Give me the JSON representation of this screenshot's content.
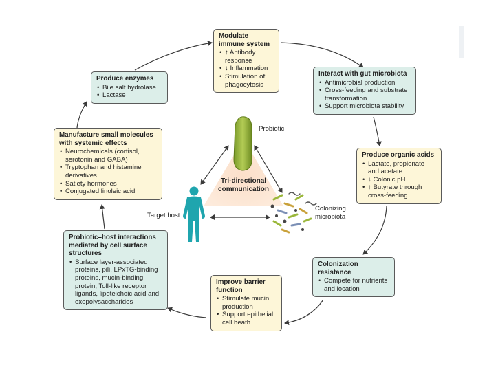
{
  "diagram": {
    "center_title": "Tri-directional communication",
    "nodes": {
      "probiotic": "Probiotic",
      "target_host": "Target host",
      "colonizing_microbiota": "Colonizing microbiota"
    },
    "boxes": [
      {
        "id": "modulate-immune",
        "title": "Modulate immune system",
        "items": [
          "↑ Antibody response",
          "↓ Inflammation",
          "Stimulation of phagocytosis"
        ],
        "color": "#fdf6d8"
      },
      {
        "id": "interact-microbiota",
        "title": "Interact with gut microbiota",
        "items": [
          "Antimicrobial production",
          "Cross-feeding and substrate transformation",
          "Support microbiota stability"
        ],
        "color": "#dceee9"
      },
      {
        "id": "organic-acids",
        "title": "Produce organic acids",
        "items": [
          "Lactate, propionate and acetate",
          "↓ Colonic pH",
          "↑ Butyrate through cross-feeding"
        ],
        "color": "#fdf6d8"
      },
      {
        "id": "colonization",
        "title": "Colonization resistance",
        "items": [
          "Compete for nutrients and location"
        ],
        "color": "#dceee9"
      },
      {
        "id": "barrier",
        "title": "Improve barrier function",
        "items": [
          "Stimulate mucin production",
          "Support epithelial cell heath"
        ],
        "color": "#fdf6d8"
      },
      {
        "id": "host-interactions",
        "title": "Probiotic–host interactions mediated by cell surface structures",
        "items": [
          "Surface layer-associated proteins, pili, LPxTG-binding proteins, mucin-binding protein, Toll-like receptor ligands, lipoteichoic acid and exopolysaccharides"
        ],
        "color": "#dceee9"
      },
      {
        "id": "small-molecules",
        "title": "Manufacture small molecules with systemic effects",
        "items": [
          "Neurochemicals (cortisol, serotonin and GABA)",
          "Tryptophan and histamine derivatives",
          "Satiety hormones",
          "Conjugated linoleic acid"
        ],
        "color": "#fdf6d8"
      },
      {
        "id": "enzymes",
        "title": "Produce enzymes",
        "items": [
          "Bile salt hydrolase",
          "Lactase"
        ],
        "color": "#dceee9"
      }
    ]
  }
}
